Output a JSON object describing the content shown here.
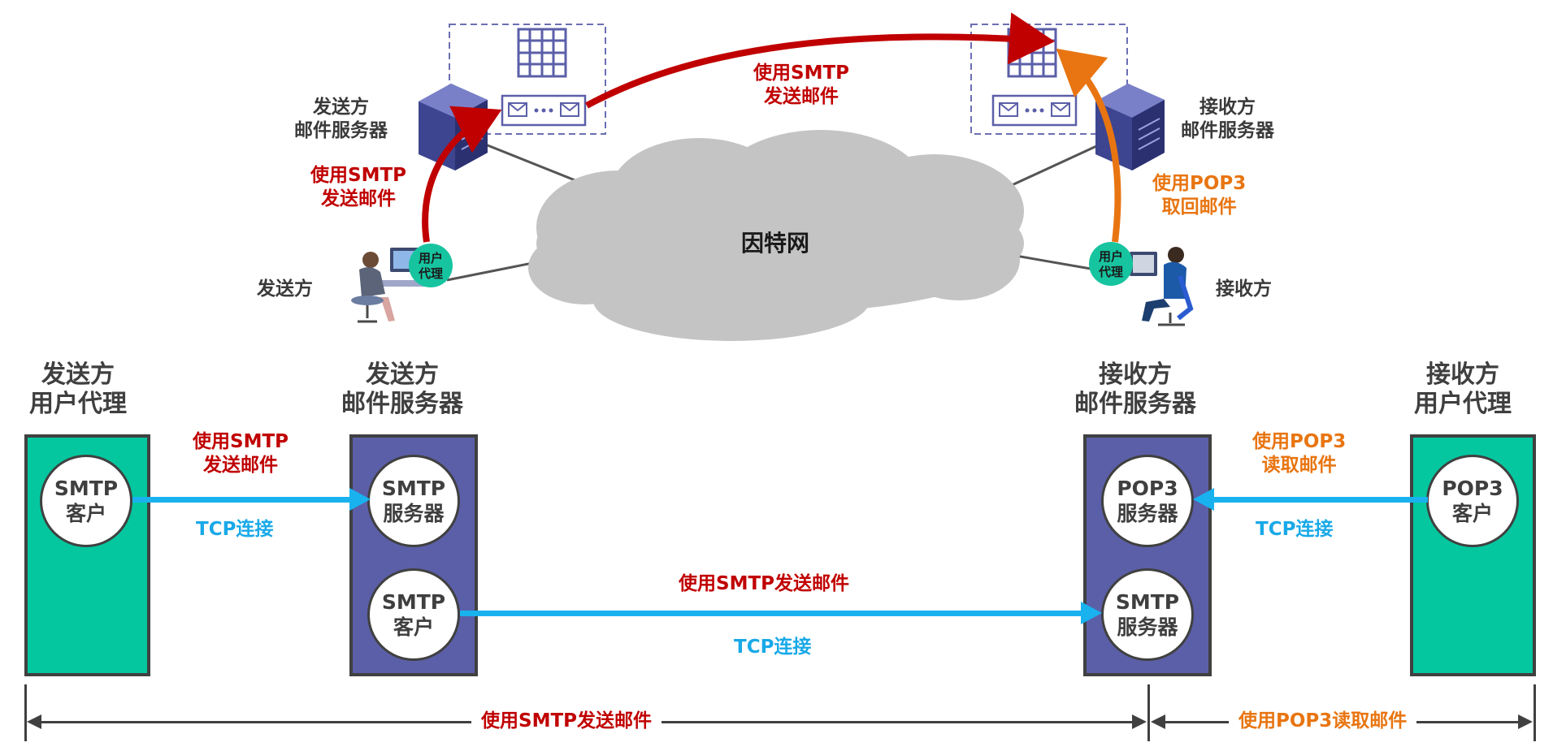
{
  "top": {
    "internet": "因特网",
    "sender_server": [
      "发送方",
      "邮件服务器"
    ],
    "receiver_server": [
      "接收方",
      "邮件服务器"
    ],
    "sender": "发送方",
    "receiver": "接收方",
    "user_agent": [
      "用户",
      "代理"
    ],
    "smtp_up": [
      "使用SMTP",
      "发送邮件"
    ],
    "smtp_across": [
      "使用SMTP",
      "发送邮件"
    ],
    "pop3_up": [
      "使用POP3",
      "取回邮件"
    ]
  },
  "bottom": {
    "sender_agent_title": [
      "发送方",
      "用户代理"
    ],
    "sender_server_title": [
      "发送方",
      "邮件服务器"
    ],
    "receiver_server_title": [
      "接收方",
      "邮件服务器"
    ],
    "receiver_agent_title": [
      "接收方",
      "用户代理"
    ],
    "smtp_client": [
      "SMTP",
      "客户"
    ],
    "smtp_server": [
      "SMTP",
      "服务器"
    ],
    "smtp_client2": [
      "SMTP",
      "客户"
    ],
    "pop3_server": [
      "POP3",
      "服务器"
    ],
    "smtp_server2": [
      "SMTP",
      "服务器"
    ],
    "pop3_client": [
      "POP3",
      "客户"
    ],
    "link1_top": [
      "使用SMTP",
      "发送邮件"
    ],
    "link1_bottom": "TCP连接",
    "link2_top": "使用SMTP发送邮件",
    "link2_bottom": "TCP连接",
    "link3_top": [
      "使用POP3",
      "读取邮件"
    ],
    "link3_bottom": "TCP连接",
    "span_left": "使用SMTP发送邮件",
    "span_right": "使用POP3读取邮件"
  },
  "colors": {
    "smtp_red": "#c00000",
    "pop3_orange": "#e87511",
    "tcp_blue": "#19a9e8",
    "agent_green": "#04c79f",
    "server_purple": "#5b5fa8"
  }
}
